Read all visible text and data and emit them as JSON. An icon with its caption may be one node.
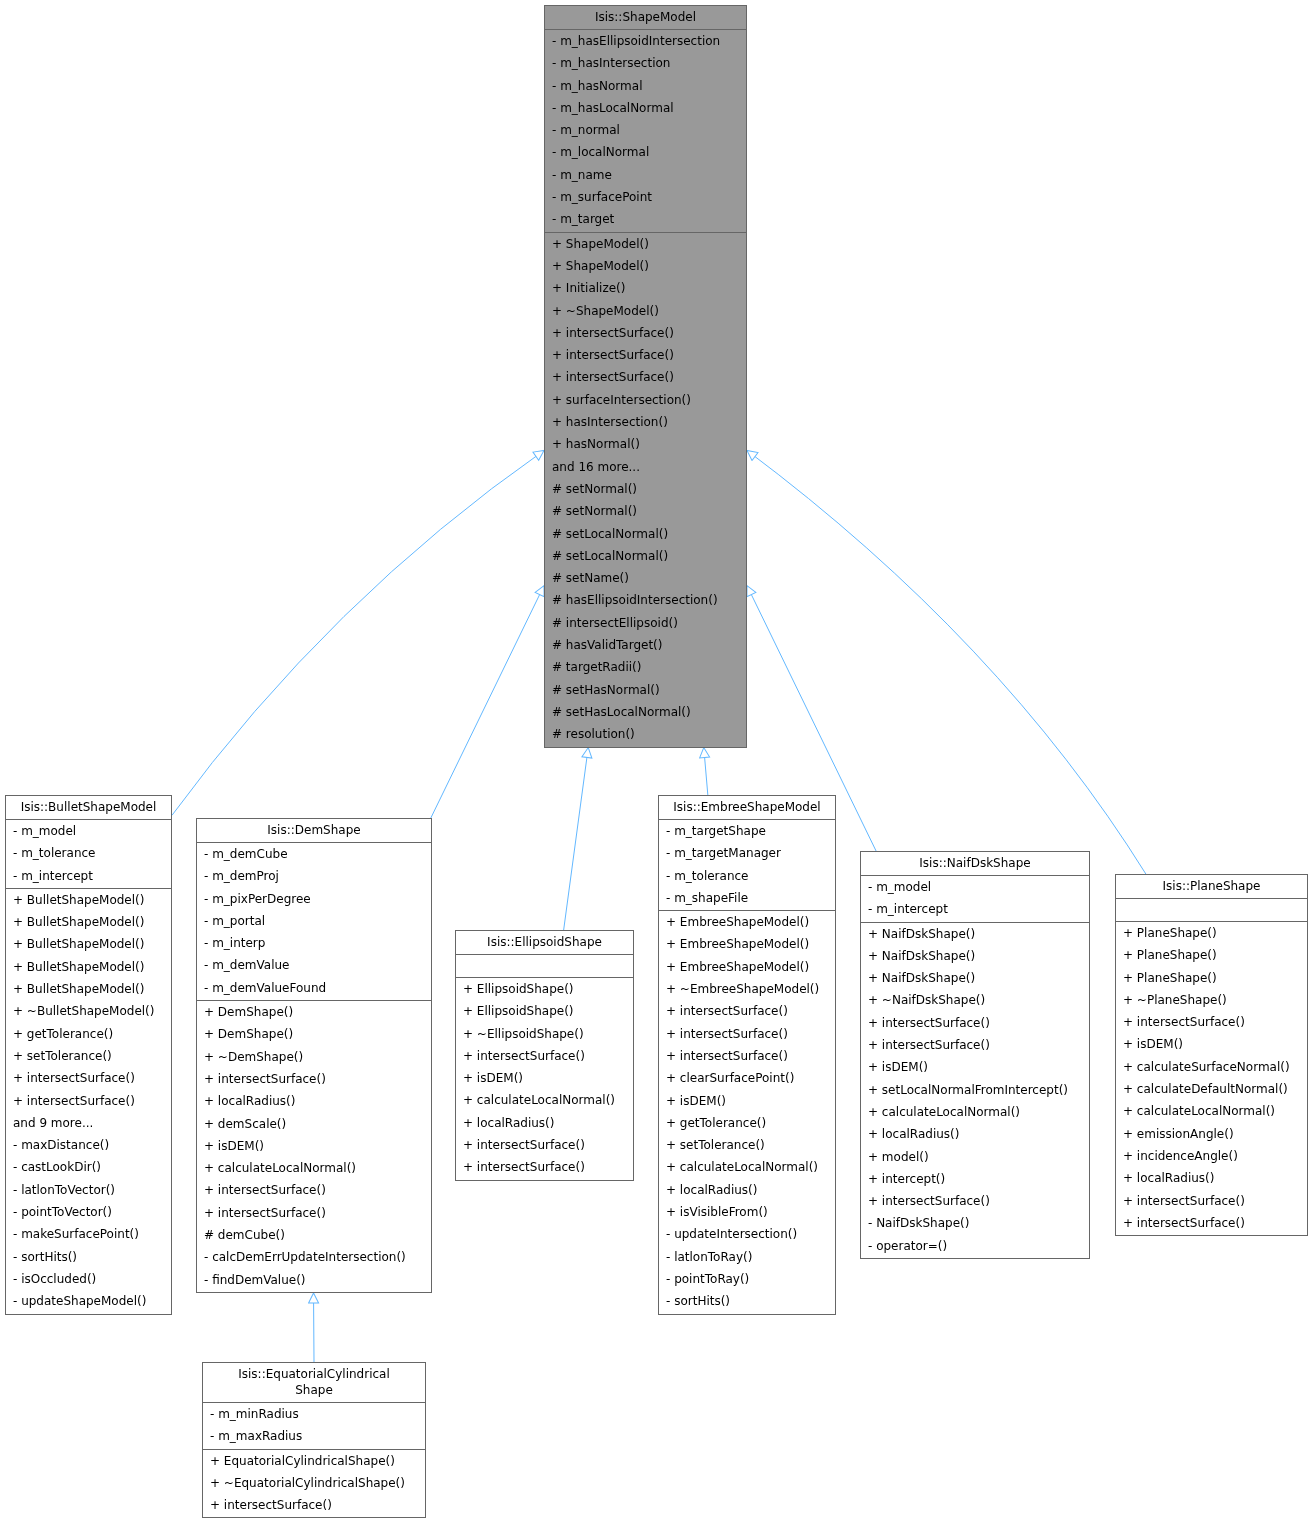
{
  "diagram": {
    "nodes": [
      {
        "text": [
          "Isis::ShapeModel"
        ]
      },
      {
        "text": [
          "- m_hasEllipsoidIntersection",
          "- m_hasIntersection",
          "- m_hasNormal",
          "- m_hasLocalNormal",
          "- m_normal",
          "- m_localNormal",
          "- m_name",
          "- m_surfacePoint",
          "- m_target"
        ],
        "in": 0
      },
      {
        "text": [
          "+ ShapeModel()",
          "+ ShapeModel()",
          "+ Initialize()",
          "+ ~ShapeModel()",
          "+ intersectSurface()",
          "+ intersectSurface()",
          "+ intersectSurface()",
          "+ surfaceIntersection()",
          "+ hasIntersection()",
          "+ hasNormal()",
          "and 16 more...",
          "# setNormal()",
          "# setNormal()",
          "# setLocalNormal()",
          "# setLocalNormal()",
          "# setName()",
          "# hasEllipsoidIntersection()",
          "# intersectEllipsoid()",
          "# hasValidTarget()",
          "# targetRadii()",
          "# setHasNormal()",
          "# setHasLocalNormal()",
          "# resolution()"
        ],
        "in": 0
      },
      {
        "text": [
          "Isis::BulletShapeModel"
        ]
      },
      {
        "text": [
          "- m_model",
          "- m_tolerance",
          "- m_intercept"
        ],
        "in": 3
      },
      {
        "text": [
          "+ BulletShapeModel()",
          "+ BulletShapeModel()",
          "+ BulletShapeModel()",
          "+ BulletShapeModel()",
          "+ BulletShapeModel()",
          "+ ~BulletShapeModel()",
          "+ getTolerance()",
          "+ setTolerance()",
          "+ intersectSurface()",
          "+ intersectSurface()",
          "and 9 more...",
          "- maxDistance()",
          "- castLookDir()",
          "- latlonToVector()",
          "- pointToVector()",
          "- makeSurfacePoint()",
          "- sortHits()",
          "- isOccluded()",
          "- updateShapeModel()"
        ],
        "in": 3
      },
      {
        "text": [
          "Isis::DemShape"
        ]
      },
      {
        "text": [
          "- m_demCube",
          "- m_demProj",
          "- m_pixPerDegree",
          "- m_portal",
          "- m_interp",
          "- m_demValue",
          "- m_demValueFound"
        ],
        "in": 6
      },
      {
        "text": [
          "+ DemShape()",
          "+ DemShape()",
          "+ ~DemShape()",
          "+ intersectSurface()",
          "+ localRadius()",
          "+ demScale()",
          "+ isDEM()",
          "+ calculateLocalNormal()",
          "+ intersectSurface()",
          "+ intersectSurface()",
          "# demCube()",
          "- calcDemErrUpdateIntersection()",
          "- findDemValue()"
        ],
        "in": 6
      },
      {
        "text": [
          "Isis::EllipsoidShape"
        ]
      },
      {
        "text": [],
        "shape": "box",
        "in": 9
      },
      {
        "text": [
          "+ EllipsoidShape()",
          "+ EllipsoidShape()",
          "+ ~EllipsoidShape()",
          "+ intersectSurface()",
          "+ isDEM()",
          "+ calculateLocalNormal()",
          "+ localRadius()",
          "+ intersectSurface()",
          "+ intersectSurface()"
        ],
        "in": 9
      },
      {
        "text": [
          "Isis::EmbreeShapeModel"
        ]
      },
      {
        "text": [
          "- m_targetShape",
          "- m_targetManager",
          "- m_tolerance",
          "- m_shapeFile"
        ],
        "in": 12
      },
      {
        "text": [
          "+ EmbreeShapeModel()",
          "+ EmbreeShapeModel()",
          "+ EmbreeShapeModel()",
          "+ ~EmbreeShapeModel()",
          "+ intersectSurface()",
          "+ intersectSurface()",
          "+ intersectSurface()",
          "+ clearSurfacePoint()",
          "+ isDEM()",
          "+ getTolerance()",
          "+ setTolerance()",
          "+ calculateLocalNormal()",
          "+ localRadius()",
          "+ isVisibleFrom()",
          "- updateIntersection()",
          "- latlonToRay()",
          "- pointToRay()",
          "- sortHits()"
        ],
        "in": 12
      },
      {
        "text": [
          "Isis::NaifDskShape"
        ]
      },
      {
        "text": [
          "- m_model",
          "- m_intercept"
        ],
        "in": 15
      },
      {
        "text": [
          "+ NaifDskShape()",
          "+ NaifDskShape()",
          "+ NaifDskShape()",
          "+ ~NaifDskShape()",
          "+ intersectSurface()",
          "+ intersectSurface()",
          "+ isDEM()",
          "+ setLocalNormalFromIntercept()",
          "+ calculateLocalNormal()",
          "+ localRadius()",
          "+ model()",
          "+ intercept()",
          "+ intersectSurface()",
          "- NaifDskShape()",
          "- operator=()"
        ],
        "in": 15
      },
      {
        "text": [
          "Isis::PlaneShape"
        ]
      },
      {
        "text": [],
        "shape": "box",
        "in": 18
      },
      {
        "text": [
          "+ PlaneShape()",
          "+ PlaneShape()",
          "+ PlaneShape()",
          "+ ~PlaneShape()",
          "+ intersectSurface()",
          "+ isDEM()",
          "+ calculateSurfaceNormal()",
          "+ calculateDefaultNormal()",
          "+ calculateLocalNormal()",
          "+ emissionAngle()",
          "+ incidenceAngle()",
          "+ localRadius()",
          "+ intersectSurface()",
          "+ intersectSurface()"
        ],
        "in": 18
      },
      {
        "text": [
          "Isis::EquatorialCylindrical Shape"
        ]
      },
      {
        "text": [
          "- m_minRadius",
          "- m_maxRadius"
        ],
        "in": 21
      },
      {
        "text": [
          "+ EquatorialCylindricalShape()",
          "+ ~EquatorialCylindricalShape()",
          "+ intersectSurface()"
        ],
        "in": 21
      }
    ],
    "edges": [
      {
        "from": 3,
        "to": 0,
        "arrow": "to"
      },
      {
        "from": 6,
        "to": 0,
        "arrow": "to"
      },
      {
        "from": 9,
        "to": 0,
        "arrow": "to"
      },
      {
        "from": 12,
        "to": 0,
        "arrow": "to"
      },
      {
        "from": 15,
        "to": 0,
        "arrow": "to"
      },
      {
        "from": 18,
        "to": 0,
        "arrow": "to"
      },
      {
        "from": 21,
        "to": 6,
        "arrow": "to"
      }
    ]
  }
}
